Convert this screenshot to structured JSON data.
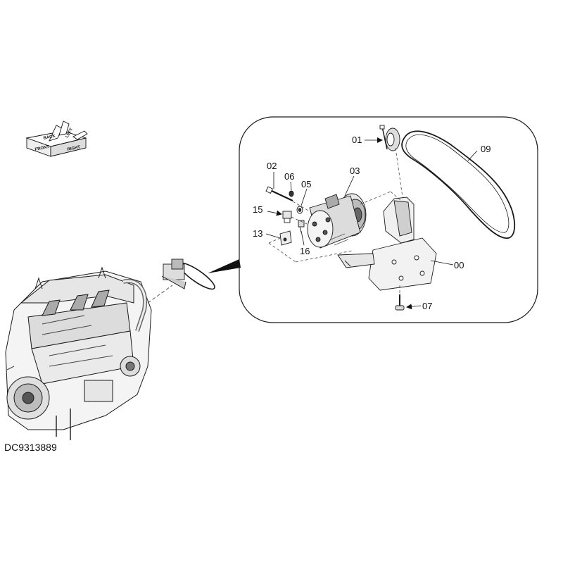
{
  "document_id": "DC9313889",
  "orientation_icon": {
    "icon": "orientation-cube-icon",
    "labels": [
      "FRONT",
      "RIGHT",
      "BACK",
      "LEFT"
    ]
  },
  "callouts": {
    "p00": "00",
    "p01": "01",
    "p02": "02",
    "p03": "03",
    "p05": "05",
    "p06": "06",
    "p07": "07",
    "p09": "09",
    "p13": "13",
    "p15": "15",
    "p16": "16"
  },
  "colors": {
    "line": "#1a1a1a",
    "background": "#ffffff"
  }
}
